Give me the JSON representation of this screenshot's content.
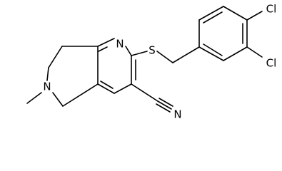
{
  "structure": {
    "atoms": {
      "n_pyridine": "N",
      "s_thioether": "S",
      "n_cyano": "N",
      "n_methylamine": "N",
      "cl_para": "Cl",
      "cl_meta": "Cl"
    }
  }
}
